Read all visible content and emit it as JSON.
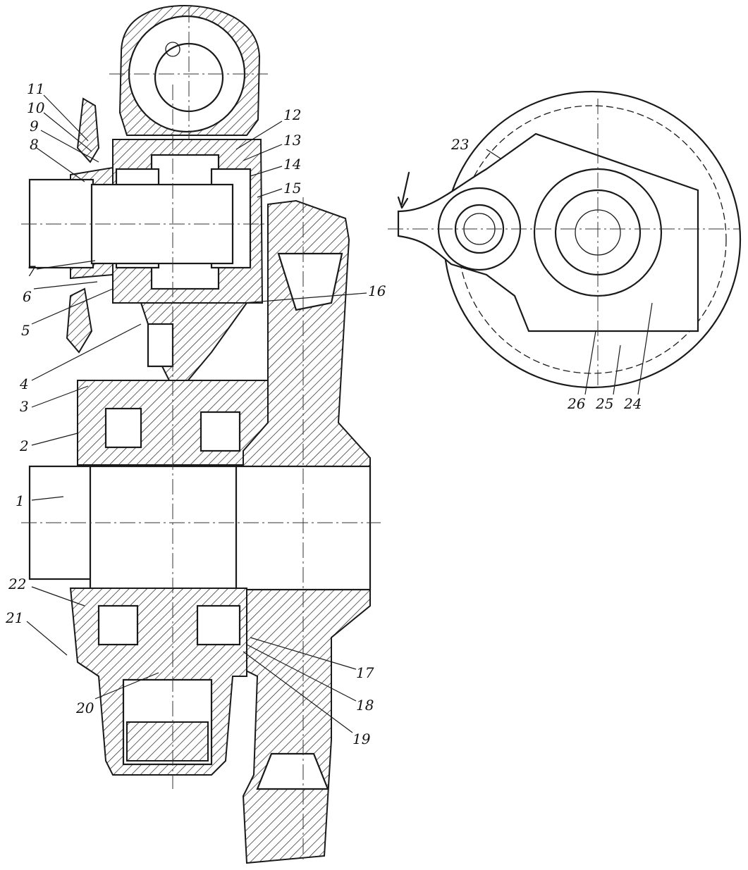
{
  "callouts": [
    {
      "id": "c1",
      "text": "1"
    },
    {
      "id": "c2",
      "text": "2"
    },
    {
      "id": "c3",
      "text": "3"
    },
    {
      "id": "c4",
      "text": "4"
    },
    {
      "id": "c5",
      "text": "5"
    },
    {
      "id": "c6",
      "text": "6"
    },
    {
      "id": "c7",
      "text": "7"
    },
    {
      "id": "c8",
      "text": "8"
    },
    {
      "id": "c9",
      "text": "9"
    },
    {
      "id": "c10",
      "text": "10"
    },
    {
      "id": "c11",
      "text": "11"
    },
    {
      "id": "c12",
      "text": "12"
    },
    {
      "id": "c13",
      "text": "13"
    },
    {
      "id": "c14",
      "text": "14"
    },
    {
      "id": "c15",
      "text": "15"
    },
    {
      "id": "c16",
      "text": "16"
    },
    {
      "id": "c17",
      "text": "17"
    },
    {
      "id": "c18",
      "text": "18"
    },
    {
      "id": "c19",
      "text": "19"
    },
    {
      "id": "c20",
      "text": "20"
    },
    {
      "id": "c21",
      "text": "21"
    },
    {
      "id": "c22",
      "text": "22"
    },
    {
      "id": "c23",
      "text": "23"
    },
    {
      "id": "c24",
      "text": "24"
    },
    {
      "id": "c25",
      "text": "25"
    },
    {
      "id": "c26",
      "text": "26"
    }
  ],
  "colors": {
    "ink": "#1a1a1a",
    "paper": "#ffffff"
  }
}
